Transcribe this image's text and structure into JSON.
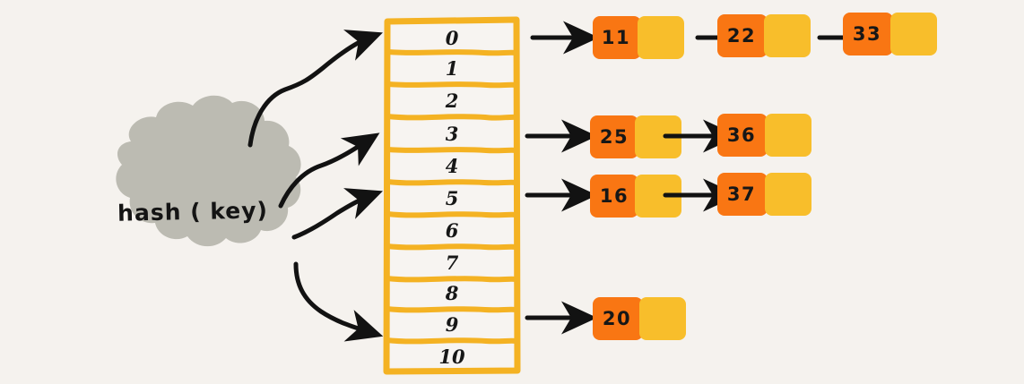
{
  "diagram": {
    "title": "hash-table-separate-chaining",
    "background_color": "#F5F2EE"
  },
  "cloud": {
    "label": "hash ( key)",
    "fill_color": "#BCBBB2"
  },
  "table": {
    "border_color": "#F4B223",
    "cell_fill": "#F7F4F1",
    "buckets": [
      {
        "index": "0"
      },
      {
        "index": "1"
      },
      {
        "index": "2"
      },
      {
        "index": "3"
      },
      {
        "index": "4"
      },
      {
        "index": "5"
      },
      {
        "index": "6"
      },
      {
        "index": "7"
      },
      {
        "index": "8"
      },
      {
        "index": "9"
      },
      {
        "index": "10"
      }
    ]
  },
  "colors": {
    "node_data": "#F97613",
    "node_pointer": "#F8BE2B",
    "arrow": "#121212",
    "cloud": "#BCBBB2",
    "table_border": "#F4B223",
    "background": "#F5F2EE"
  },
  "chains": [
    {
      "bucket": "0",
      "nodes": [
        {
          "value": "11"
        },
        {
          "value": "22"
        },
        {
          "value": "33"
        }
      ]
    },
    {
      "bucket": "3",
      "nodes": [
        {
          "value": "25"
        },
        {
          "value": "36"
        }
      ]
    },
    {
      "bucket": "5",
      "nodes": [
        {
          "value": "16"
        },
        {
          "value": "37"
        }
      ]
    },
    {
      "bucket": "9",
      "nodes": [
        {
          "value": "20"
        }
      ]
    }
  ],
  "hash_arrows": [
    {
      "target_bucket": "0"
    },
    {
      "target_bucket": "3"
    },
    {
      "target_bucket": "5"
    },
    {
      "target_bucket": "9"
    }
  ]
}
